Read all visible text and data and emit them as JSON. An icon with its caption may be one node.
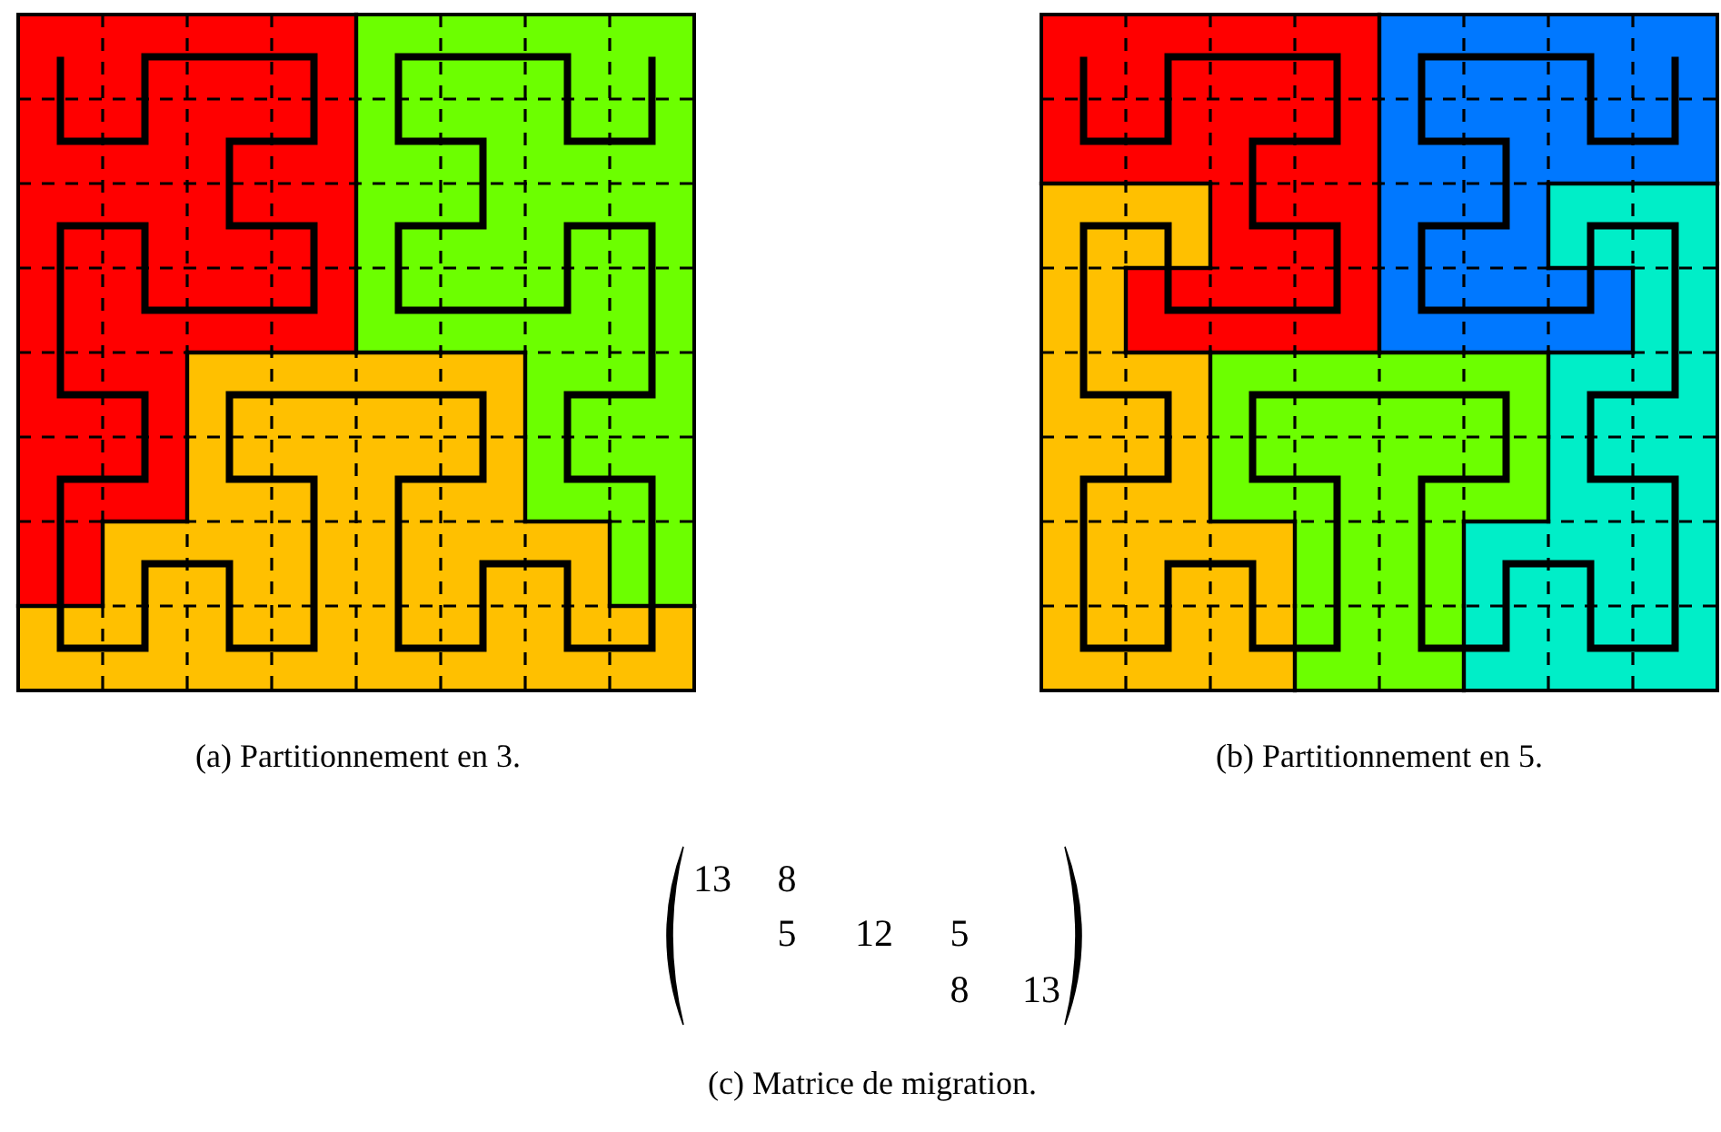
{
  "diagram": {
    "labels": [
      "(a) Partitionnement en 3.",
      "(b) Partitionnement en 5.",
      "13",
      "8",
      "5",
      "12",
      "5",
      "8",
      "13",
      "(c) Matrice de migration."
    ]
  }
}
